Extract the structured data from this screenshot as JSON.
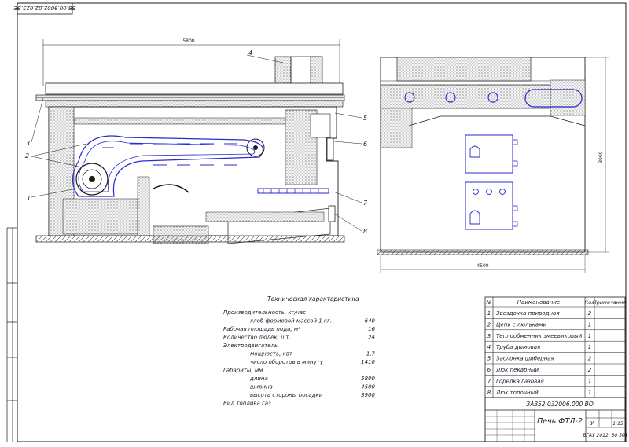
{
  "stamp_code": "ВБ.00.9002.02.025.ЭЕ",
  "dims": {
    "length": "5800",
    "height": "3900",
    "width": "4500"
  },
  "callouts": [
    "1",
    "2",
    "3",
    "4",
    "5",
    "6",
    "7",
    "8"
  ],
  "tech": {
    "title": "Техническая характеристика",
    "rows": [
      {
        "label": "Производительность, кг/час",
        "value": ""
      },
      {
        "label": "хлеб формовой массой 1 кг.",
        "value": "640"
      },
      {
        "label": "Рабочая площадь пода, м²",
        "value": "16"
      },
      {
        "label": "Количество люлек, шт.",
        "value": "24"
      },
      {
        "label": "Электродвигатель",
        "value": ""
      },
      {
        "label": "мощность, квт",
        "value": "1,7"
      },
      {
        "label": "число оборотов в минуту",
        "value": "1410"
      },
      {
        "label": "Габариты, мм",
        "value": ""
      },
      {
        "label": "длина",
        "value": "5800"
      },
      {
        "label": "ширина",
        "value": "4500"
      },
      {
        "label": "высота стороны посадки",
        "value": "3900"
      },
      {
        "label": "Вид топлива  газ",
        "value": ""
      }
    ]
  },
  "spec": {
    "headers": [
      "№",
      "Наименование",
      "Кол",
      "Примечания"
    ],
    "rows": [
      {
        "n": "1",
        "name": "Звездочка приводная",
        "qty": "2"
      },
      {
        "n": "2",
        "name": "Цепь с люльками",
        "qty": "1"
      },
      {
        "n": "3",
        "name": "Теплообменник змеевиковый",
        "qty": "1"
      },
      {
        "n": "4",
        "name": "Труба дымовая",
        "qty": "1"
      },
      {
        "n": "5",
        "name": "Заслонка шиберная",
        "qty": "2"
      },
      {
        "n": "6",
        "name": "Люк пекарный",
        "qty": "2"
      },
      {
        "n": "7",
        "name": "Горелка газовая",
        "qty": "1"
      },
      {
        "n": "8",
        "name": "Люк топочный",
        "qty": "1"
      }
    ]
  },
  "title_block": {
    "doc_code": "ЗАЗ52.032006.000 ВО",
    "name": "Печь ФТЛ-2",
    "letter": "У",
    "scale": "1:15",
    "org": "БГАУ 2012, 30 501"
  }
}
